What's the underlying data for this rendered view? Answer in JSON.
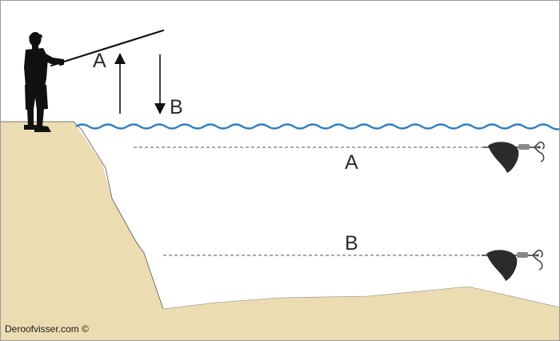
{
  "colors": {
    "sand": "#ecdcb2",
    "water_line": "#2e7fc1",
    "ink": "#111111",
    "dashed_line": "#555555",
    "border": "#9a9a9a"
  },
  "icons": {
    "angler": "fisherman-silhouette-icon",
    "lure": "spinner-lure-icon"
  },
  "labels": {
    "rod_up": "A",
    "rod_down": "B",
    "depth_a": "A",
    "depth_b": "B"
  },
  "credit": "Deroofvisser.com ©"
}
